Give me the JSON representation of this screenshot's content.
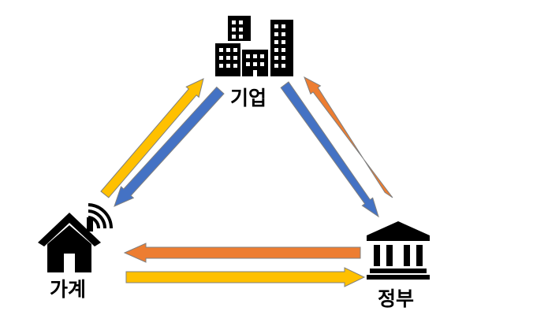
{
  "nodes": {
    "company": {
      "label": "기업",
      "icon": "office-buildings-icon"
    },
    "household": {
      "label": "가계",
      "icon": "smart-home-icon"
    },
    "government": {
      "label": "정부",
      "icon": "government-building-icon"
    }
  },
  "colors": {
    "yellow": "#FFC000",
    "blue": "#4472C4",
    "orange": "#ED7D31",
    "outline": "#7F7F7F",
    "icon": "#000000"
  },
  "flows": [
    {
      "id": "household-to-company",
      "color": "yellow"
    },
    {
      "id": "company-to-household",
      "color": "blue"
    },
    {
      "id": "company-to-government",
      "color": "blue"
    },
    {
      "id": "government-to-company",
      "color": "orange"
    },
    {
      "id": "government-to-household",
      "color": "orange"
    },
    {
      "id": "household-to-government",
      "color": "yellow"
    }
  ]
}
